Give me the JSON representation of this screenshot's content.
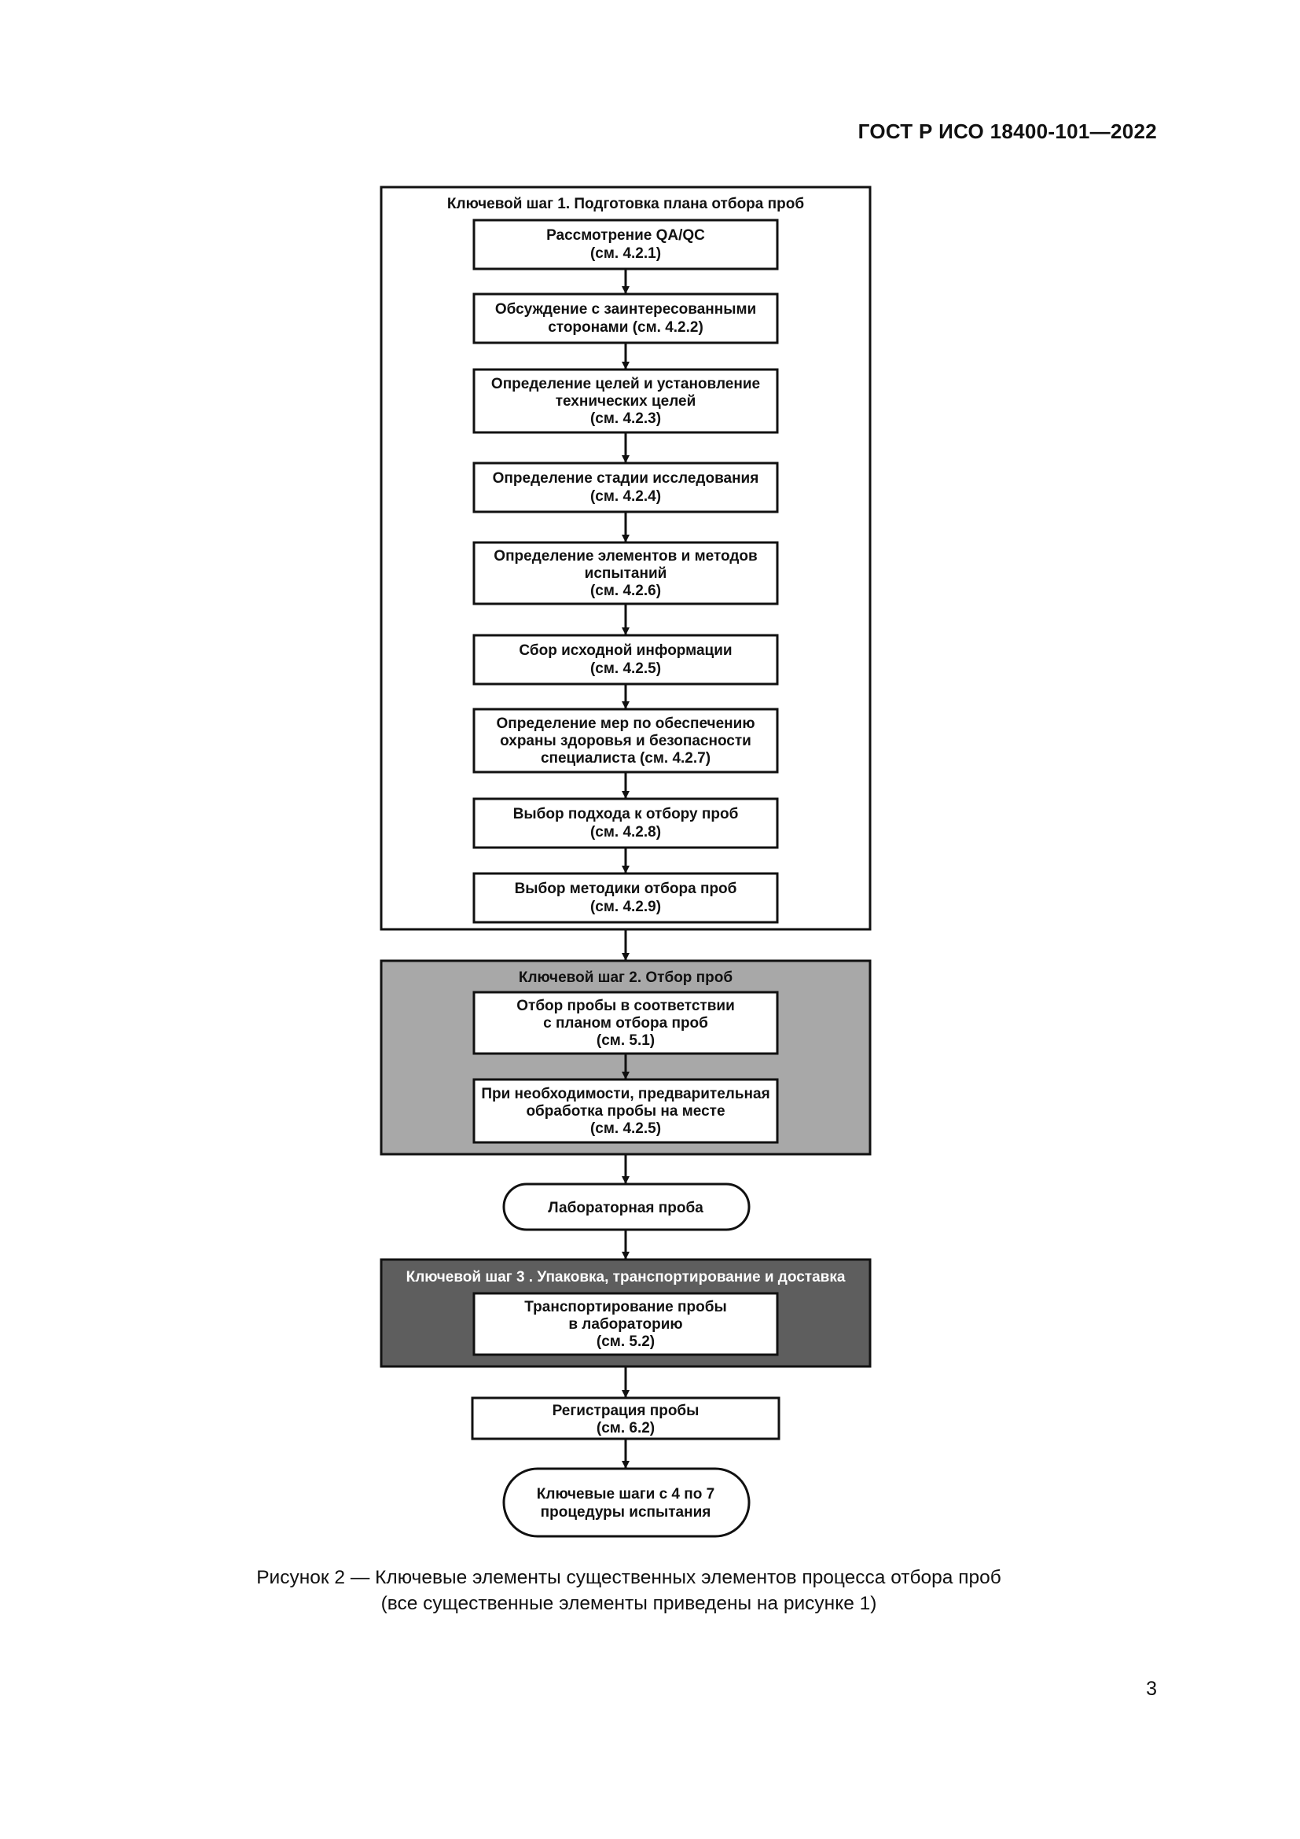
{
  "header": {
    "standard_id": "ГОСТ Р ИСО 18400-101—2022"
  },
  "colors": {
    "step1_fill": "#ffffff",
    "step2_fill": "#a8a8a8",
    "step3_fill": "#5e5e5e",
    "line": "#111111"
  },
  "steps": [
    {
      "title": "Ключевой шаг 1. Подготовка плана отбора проб",
      "boxes": [
        [
          "Рассмотрение QA/QC",
          "(см. 4.2.1)"
        ],
        [
          "Обсуждение с заинтересованными",
          "сторонами (см. 4.2.2)"
        ],
        [
          "Определение целей и установление",
          "технических целей",
          "(см. 4.2.3)"
        ],
        [
          "Определение стадии исследования",
          "(см. 4.2.4)"
        ],
        [
          "Определение элементов и методов",
          "испытаний",
          "(см. 4.2.6)"
        ],
        [
          "Сбор исходной информации",
          "(см. 4.2.5)"
        ],
        [
          "Определение мер по обеспечению",
          "охраны здоровья и безопасности",
          "специалиста (см. 4.2.7)"
        ],
        [
          "Выбор подхода к отбору проб",
          "(см. 4.2.8)"
        ],
        [
          "Выбор методики отбора проб",
          "(см. 4.2.9)"
        ]
      ]
    },
    {
      "title": "Ключевой шаг 2. Отбор проб",
      "boxes": [
        [
          "Отбор пробы в соответствии",
          "с планом отбора проб",
          "(см. 5.1)"
        ],
        [
          "При необходимости, предварительная",
          "обработка пробы на месте",
          "(см. 4.2.5)"
        ]
      ]
    },
    {
      "title": "Ключевой шаг 3 . Упаковка, транспортирование и доставка",
      "boxes": [
        [
          "Транспортирование пробы",
          "в лабораторию",
          "(см. 5.2)"
        ]
      ]
    }
  ],
  "lab_sample": [
    "Лабораторная проба"
  ],
  "registration": [
    "Регистрация пробы",
    "(см. 6.2)"
  ],
  "next_steps": [
    "Ключевые шаги с 4 по 7",
    "процедуры испытания"
  ],
  "caption": {
    "line1": "Рисунок 2 — Ключевые элементы существенных элементов процесса отбора проб",
    "line2": "(все существенные элементы приведены на рисунке 1)"
  },
  "page_number": "3"
}
